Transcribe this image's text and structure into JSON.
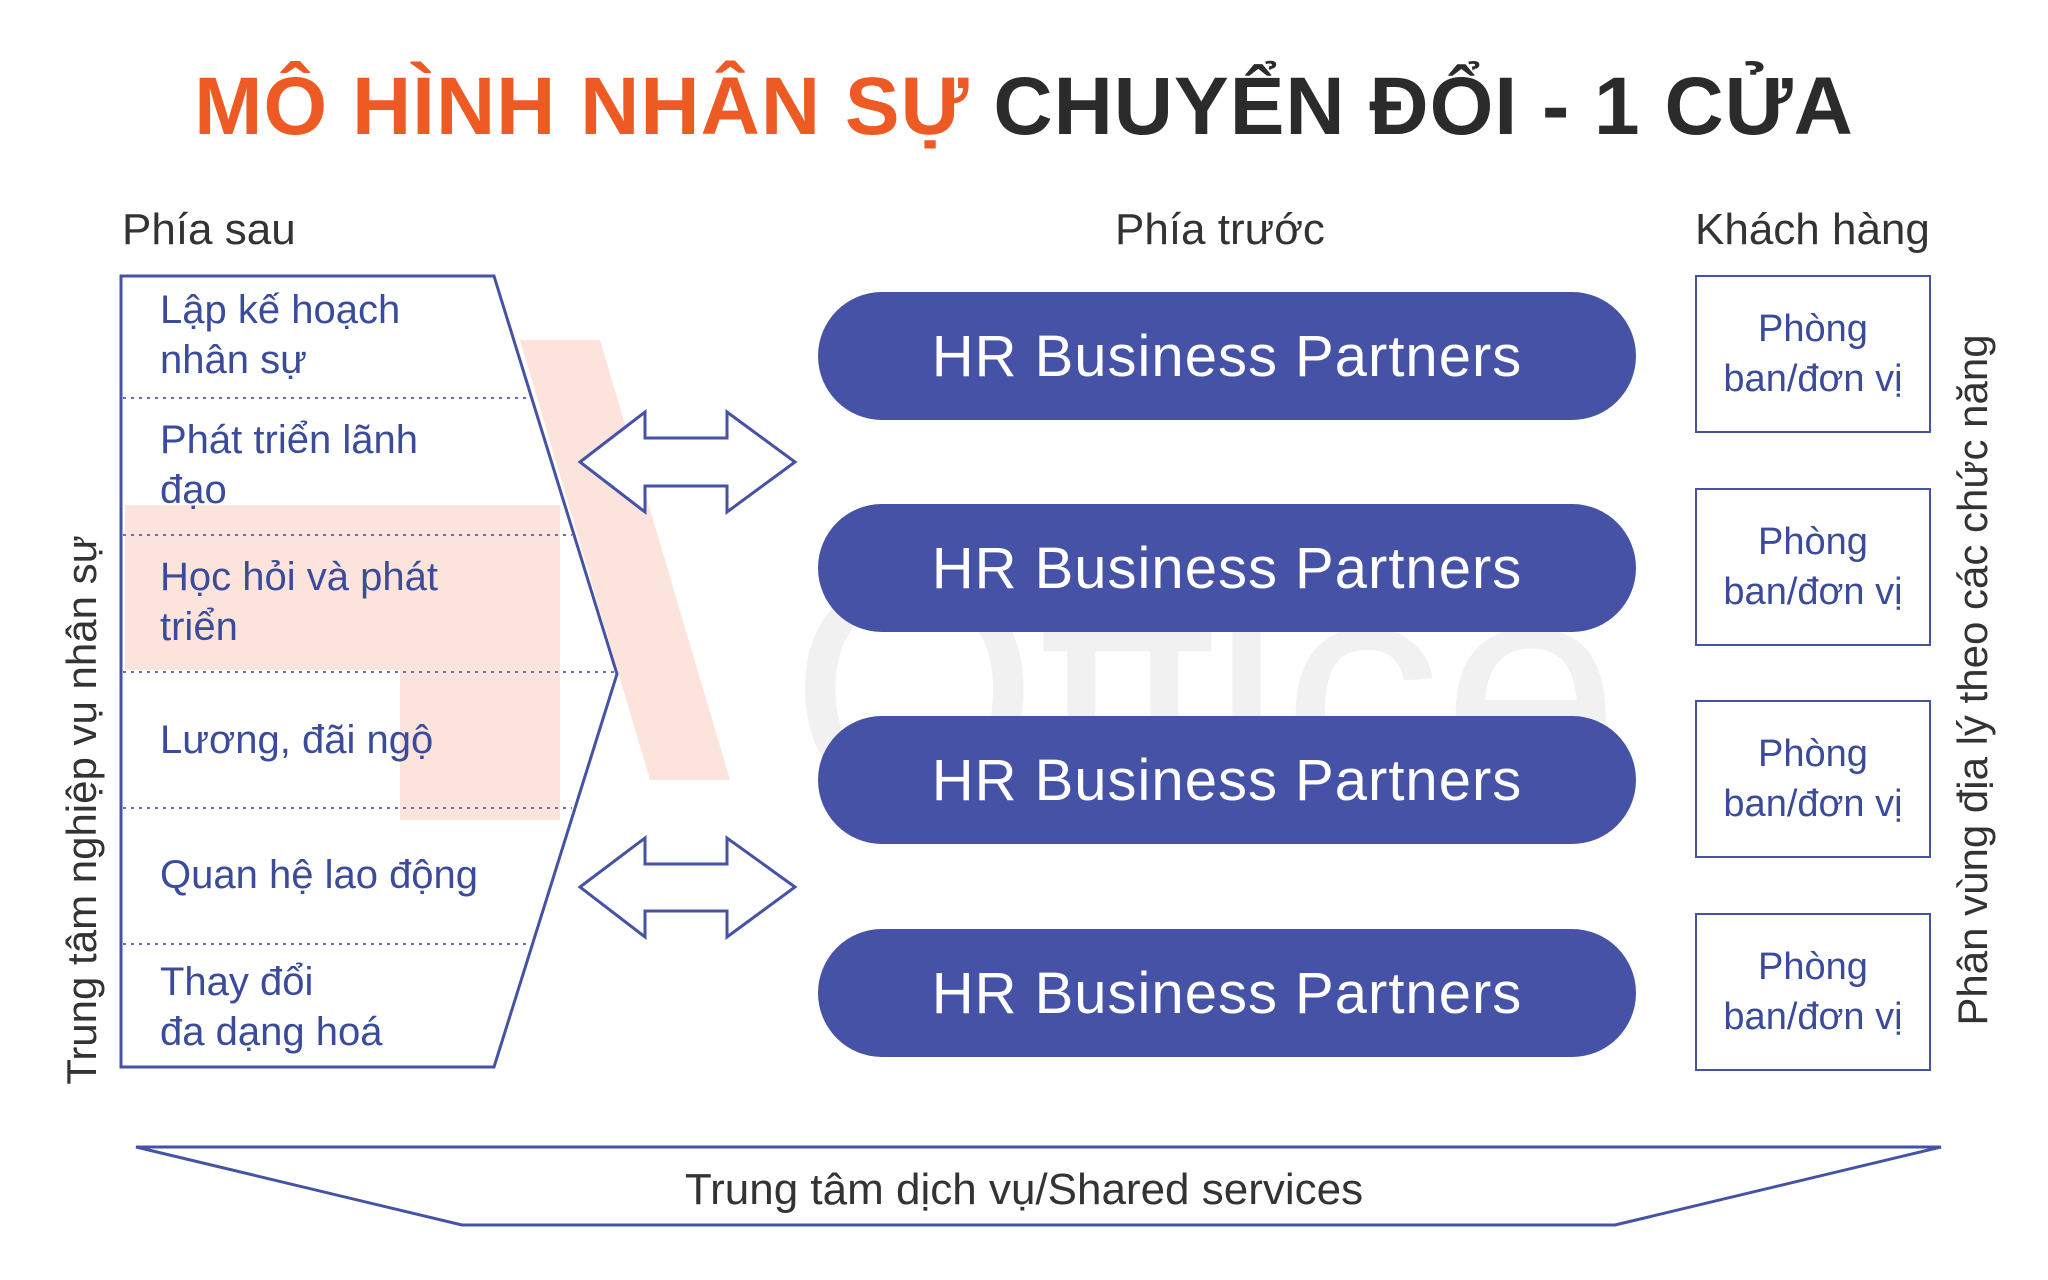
{
  "title": {
    "part1": "MÔ HÌNH NHÂN SỰ",
    "part2": "CHUYỂN ĐỔI - 1 CỬA"
  },
  "columns": {
    "back": "Phía sau",
    "front": "Phía trước",
    "customer": "Khách hàng"
  },
  "back_label": "Trung tâm nghiệp vụ nhân sự",
  "back_items": [
    {
      "line1": "Lập kế hoạch",
      "line2": "nhân sự"
    },
    {
      "line1": "Phát triển lãnh",
      "line2": "đạo"
    },
    {
      "line1": "Học hỏi và phát",
      "line2": "triển"
    },
    {
      "line1": "Lương, đãi ngộ",
      "line2": ""
    },
    {
      "line1": "Quan hệ lao động",
      "line2": ""
    },
    {
      "line1": "Thay đổi",
      "line2": "đa dạng hoá"
    }
  ],
  "partners": [
    "HR Business Partners",
    "HR Business Partners",
    "HR Business Partners",
    "HR Business Partners"
  ],
  "clients": [
    {
      "line1": "Phòng",
      "line2": "ban/đơn vị"
    },
    {
      "line1": "Phòng",
      "line2": "ban/đơn vị"
    },
    {
      "line1": "Phòng",
      "line2": "ban/đơn vị"
    },
    {
      "line1": "Phòng",
      "line2": "ban/đơn vị"
    }
  ],
  "client_label": "Phân vùng địa lý theo các chức năng",
  "shared_services": "Trung tâm dịch vụ/Shared services",
  "watermark": "Office",
  "colors": {
    "accent": "#ee5a24",
    "navy": "#4652a5",
    "text": "#3b4b9c",
    "dark": "#2b2b2b"
  }
}
